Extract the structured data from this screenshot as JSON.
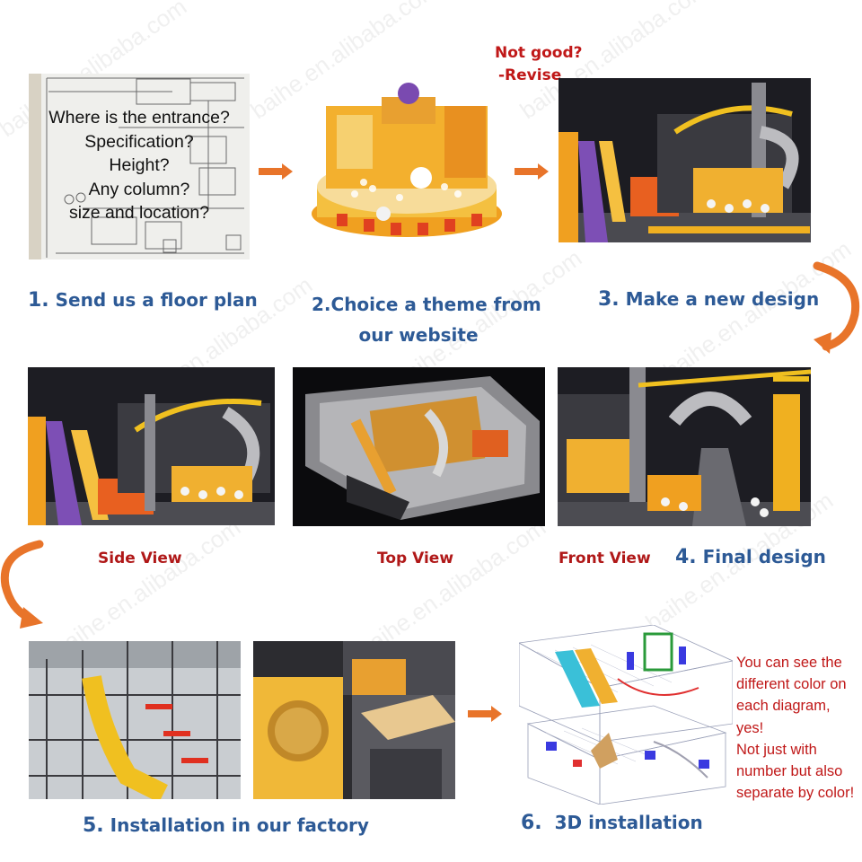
{
  "steps": {
    "s1": {
      "num": "1.",
      "text": " Send us a floor plan"
    },
    "s2": {
      "line1": "2.Choice a theme from",
      "line2": "our website"
    },
    "s3": {
      "num": "3.",
      "text": " Make a new design"
    },
    "s4": {
      "num": "4.",
      "text": " Final design"
    },
    "s5": {
      "num": "5.",
      "text": " Installation in our factory"
    },
    "s6": {
      "num": "6.",
      "text": "  3D installation"
    }
  },
  "revise": {
    "line1": "Not good?",
    "line2": "-Revise"
  },
  "floor_plan": {
    "questions": [
      "Where is the entrance?",
      "Specification?",
      "Height?",
      "Any column?",
      "size and location?"
    ]
  },
  "views": {
    "side": "Side View",
    "top": "Top View",
    "front": "Front View"
  },
  "note": {
    "lines": [
      "You can see the",
      "different color on",
      "each diagram,",
      "yes!",
      "Not just with",
      "number but also",
      "separate by color!"
    ]
  },
  "watermark": "baihe.en.alibaba.com",
  "colors": {
    "step_blue": "#2d5a96",
    "red": "#c01818",
    "arrow_orange": "#e8742a"
  }
}
